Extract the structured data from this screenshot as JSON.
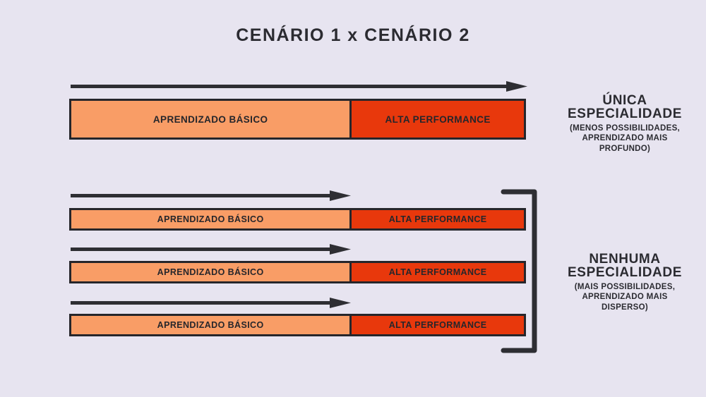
{
  "title": "CENÁRIO 1 x CENÁRIO 2",
  "colors": {
    "background": "#E7E4F0",
    "basic_segment": "#F99D66",
    "performance_segment": "#E8380C",
    "ink": "#2B2B31"
  },
  "scenario1": {
    "bar": {
      "left_label": "APRENDIZADO BÁSICO",
      "right_label": "ALTA PERFORMANCE"
    },
    "caption": {
      "title_line1": "ÚNICA",
      "title_line2": "ESPECIALIDADE",
      "subtitle_line1": "(MENOS POSSIBILIDADES,",
      "subtitle_line2": "APRENDIZADO MAIS",
      "subtitle_line3": "PROFUNDO)"
    }
  },
  "scenario2": {
    "rows": [
      {
        "left_label": "APRENDIZADO BÁSICO",
        "right_label": "ALTA PERFORMANCE"
      },
      {
        "left_label": "APRENDIZADO BÁSICO",
        "right_label": "ALTA PERFORMANCE"
      },
      {
        "left_label": "APRENDIZADO BÁSICO",
        "right_label": "ALTA PERFORMANCE"
      }
    ],
    "caption": {
      "title_line1": "NENHUMA",
      "title_line2": "ESPECIALIDADE",
      "subtitle_line1": "(MAIS POSSIBILIDADES,",
      "subtitle_line2": "APRENDIZADO MAIS",
      "subtitle_line3": "DISPERSO)"
    }
  }
}
